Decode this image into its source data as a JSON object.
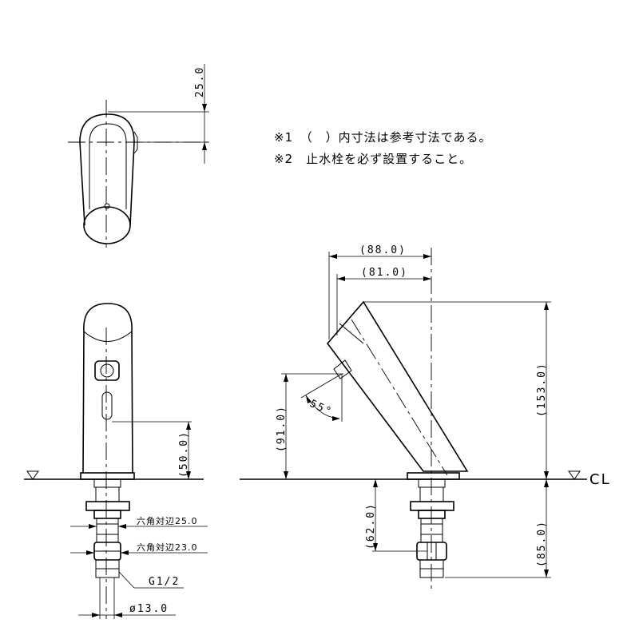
{
  "notes": {
    "note1": "※1　（　）内寸法は参考寸法である。",
    "note2": "※2　止水栓を必ず設置すること。"
  },
  "dimensions": {
    "top_offset": "25.0",
    "hex_upper": "六角対辺25.0",
    "hex_lower": "六角対辺23.0",
    "thread": "G1/2",
    "diameter": "ø13.0",
    "front_height": "(50.0)",
    "reach_outer": "(88.0)",
    "reach_inner": "(81.0)",
    "sensor_height": "(91.0)",
    "angle": "55°",
    "total_height": "(153.0)",
    "below_lower": "(62.0)",
    "below_total": "(85.0)"
  },
  "labels": {
    "centerline": "CL"
  }
}
